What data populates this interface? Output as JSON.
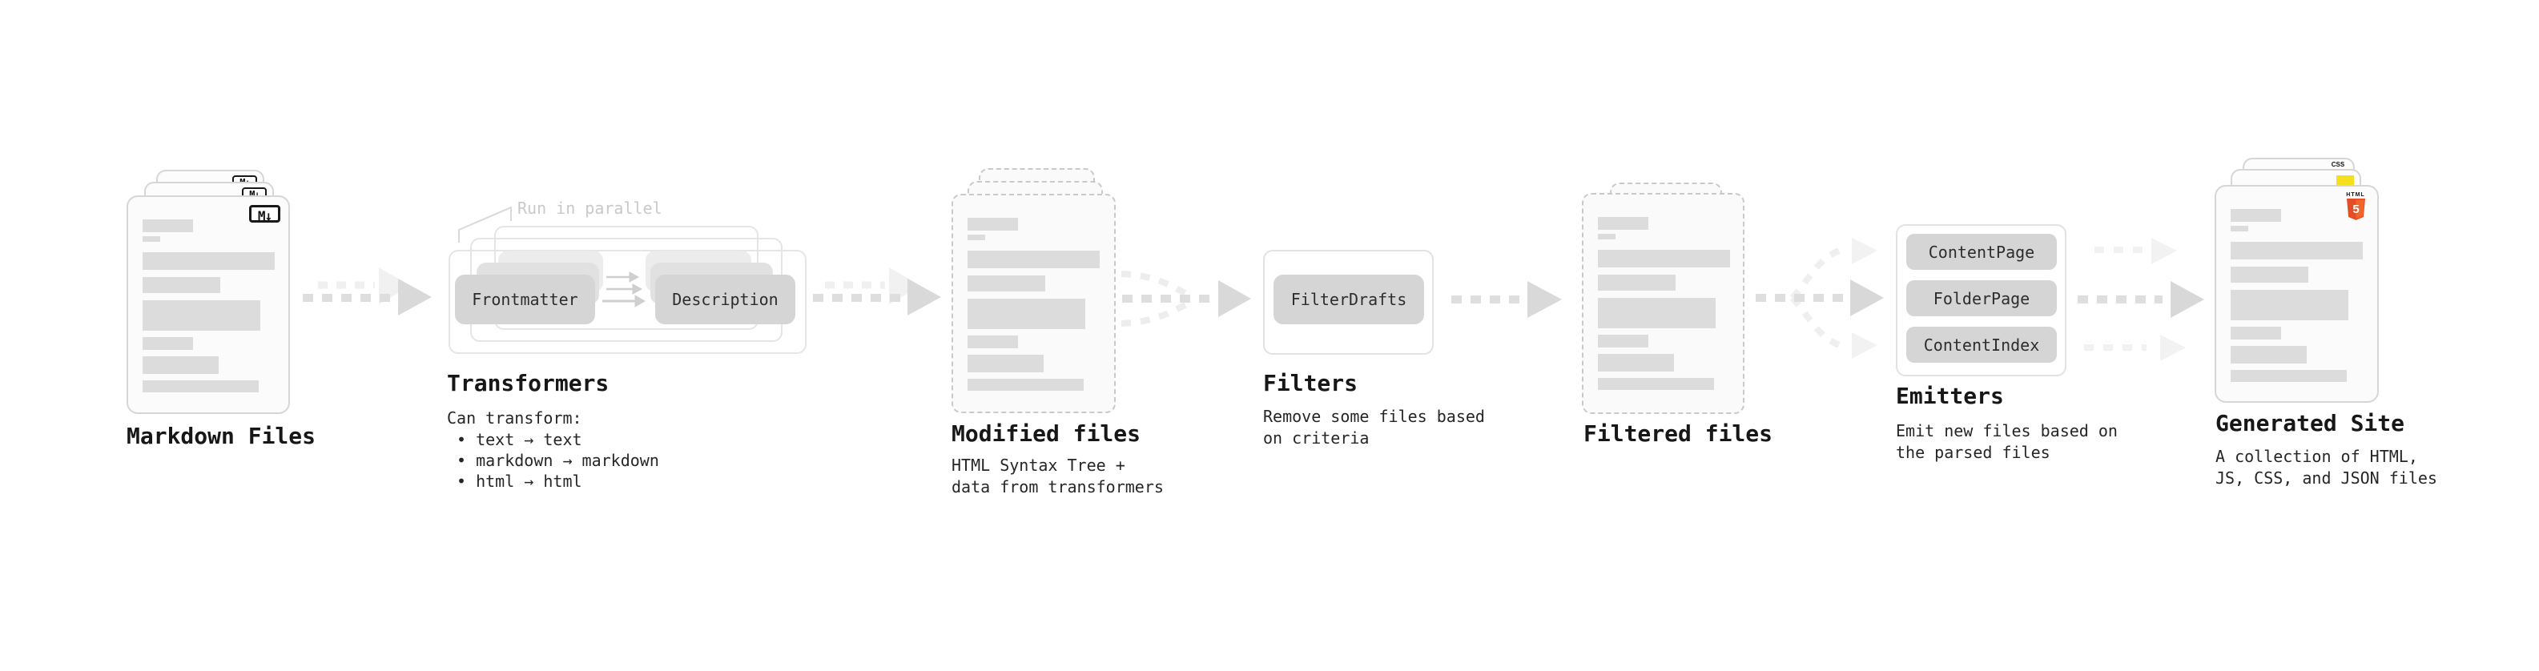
{
  "diagram": {
    "nodes": {
      "markdown_files": {
        "label": "Markdown Files",
        "badge": "M↓"
      },
      "transformers": {
        "label": "Transformers",
        "annotation": "Run in parallel",
        "pills": [
          "Frontmatter",
          "Description"
        ],
        "description": "Can transform:",
        "bullets": [
          "• text → text",
          "• markdown → markdown",
          "• html → html"
        ]
      },
      "modified_files": {
        "label": "Modified files",
        "description_lines": [
          "HTML Syntax Tree +",
          "data from transformers"
        ]
      },
      "filters": {
        "label": "Filters",
        "pills": [
          "FilterDrafts"
        ],
        "description_lines": [
          "Remove some files based",
          "on criteria"
        ]
      },
      "filtered_files": {
        "label": "Filtered files"
      },
      "emitters": {
        "label": "Emitters",
        "pills": [
          "ContentPage",
          "FolderPage",
          "ContentIndex"
        ],
        "description_lines": [
          "Emit new files based on",
          "the parsed files"
        ]
      },
      "generated_site": {
        "label": "Generated Site",
        "description_lines": [
          "A collection of HTML,",
          "JS, CSS, and JSON files"
        ],
        "badges": {
          "html_text": "HTML",
          "html_number": "5",
          "css": "CSS"
        }
      }
    },
    "colors": {
      "html5_orange": "#E44D26",
      "js_yellow": "#F6DF1D",
      "css_blue": "#2764EA"
    }
  }
}
